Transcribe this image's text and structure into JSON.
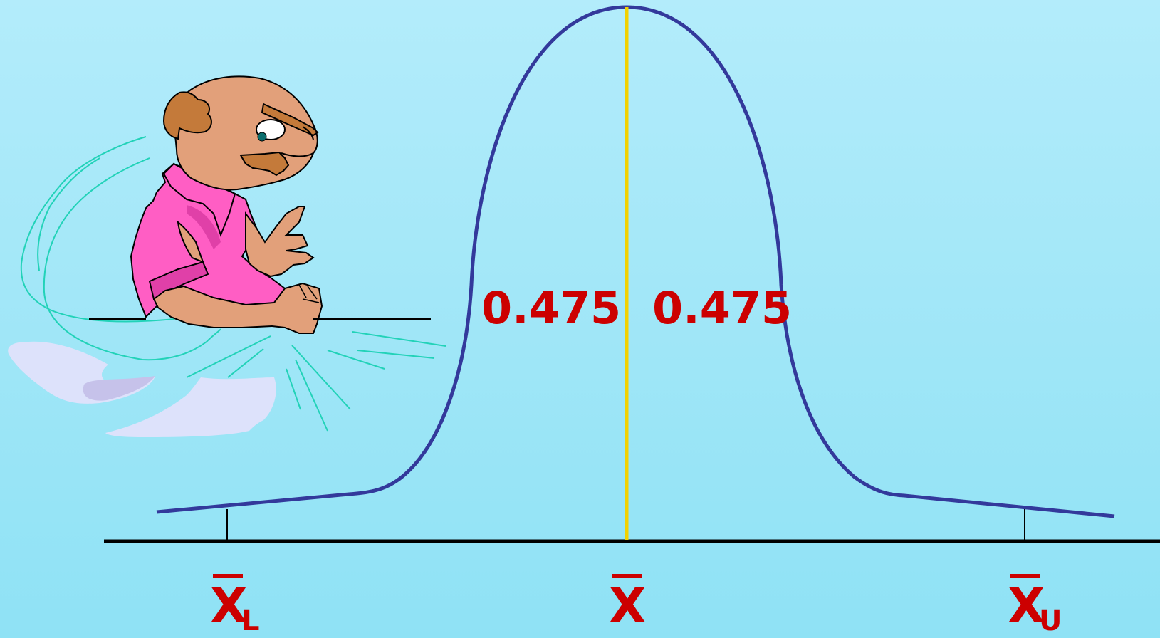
{
  "colors": {
    "curve": "#33399b",
    "mean_line": "#f2d100",
    "axis": "#000000",
    "label": "#cc0000"
  },
  "icons": {
    "illustration": "cartoon-man-sliding-down-curve-icon"
  },
  "diagram": {
    "left_area_label": "0.475",
    "right_area_label": "0.475",
    "lower_limit": {
      "symbol": "X",
      "subscript": "L"
    },
    "mean": {
      "symbol": "X",
      "subscript": ""
    },
    "upper_limit": {
      "symbol": "X",
      "subscript": "U"
    }
  }
}
